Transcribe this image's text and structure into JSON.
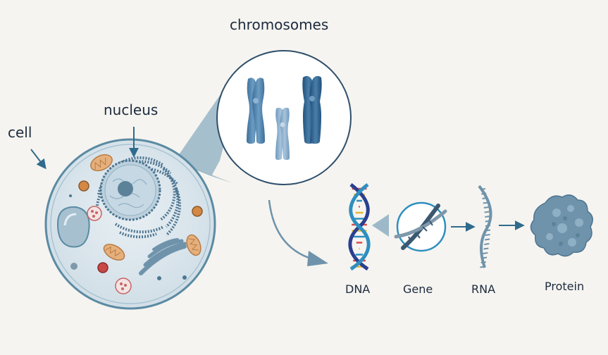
{
  "labels": {
    "chromosomes": "chromosomes",
    "nucleus": "nucleus",
    "cell": "cell",
    "dna": "DNA",
    "gene": "Gene",
    "rna": "RNA",
    "protein": "Protein"
  },
  "colors": {
    "background": "#f6f4f0",
    "text": "#1c2b3f",
    "arrow": "#2f6b8c",
    "cell_fill": "#dde8ee",
    "cell_outline": "#5b8ba3",
    "callout_fill": "#9db9c9",
    "chromosome_dark": "#2f628e",
    "chromosome_mid": "#4f82ad",
    "chromosome_light": "#84a9c8",
    "dna_strand_a": "#2a3f8f",
    "dna_strand_b": "#2e8fc0",
    "rung_red": "#d94b4b",
    "rung_yellow": "#e5b839",
    "protein_fill": "#6f93ab"
  },
  "icons": [
    "cell-icon",
    "nucleus-icon",
    "mitochondrion-icon",
    "chromosome-icon",
    "dna-helix-icon",
    "gene-icon",
    "rna-strand-icon",
    "protein-icon"
  ]
}
